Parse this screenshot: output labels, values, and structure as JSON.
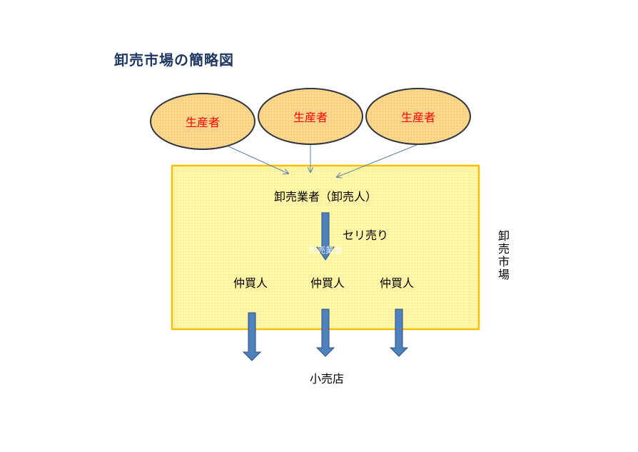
{
  "title": "卸売市場の簡略図",
  "producers": [
    "生産者",
    "生産者",
    "生産者"
  ],
  "wholesaler": "卸売業者（卸売人）",
  "auction": "セリ売り",
  "ghost_text": "卸売業者",
  "brokers": [
    "仲買人",
    "仲買人",
    "仲買人"
  ],
  "retail": "小売店",
  "market_label": "卸売市場",
  "colors": {
    "title": "#1f3864",
    "producer_fill": "#fbd68b",
    "producer_stroke": "#2f3640",
    "producer_text": "#ff0000",
    "market_fill": "#fff6a8",
    "market_stroke": "#f5c000",
    "arrow_fill": "#4f81bd",
    "arrow_stroke": "#2a4f80",
    "thin_arrow": "#5b7fa8"
  }
}
